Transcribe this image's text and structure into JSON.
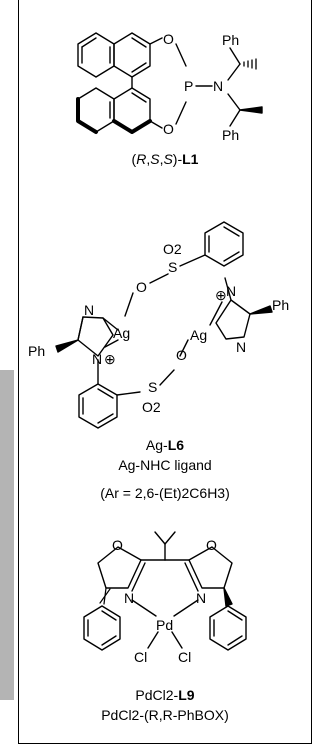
{
  "structures": {
    "l1": {
      "caption_parts": [
        "(",
        "R",
        ",",
        "S",
        ",",
        "S",
        ")-",
        "L1"
      ],
      "atoms": {
        "o1": "O",
        "o2": "O",
        "p": "P",
        "n": "N",
        "ph1": "Ph",
        "ph2": "Ph"
      }
    },
    "l6": {
      "caption_main": "Ag-",
      "caption_bold": "L6",
      "subtitle": "Ag-NHC ligand",
      "note": "(Ar = 2,6-(Et)2C6H3)",
      "atoms": {
        "n_left": "N",
        "n_plus_left": "N",
        "ag_left": "Ag",
        "ph_left": "Ph",
        "o_top": "O",
        "s_top": "S",
        "o2_top": "O2",
        "n_plus_right": "N",
        "n_right": "N",
        "ag_right": "Ag",
        "ph_right": "Ph",
        "o_bottom": "O",
        "s_bottom": "S",
        "o2_bottom": "O2",
        "plus": "⊕"
      }
    },
    "l9": {
      "caption_main": "PdCl2-",
      "caption_bold": "L9",
      "caption2": "PdCl2-(R,R-PhBOX)",
      "atoms": {
        "o_left": "O",
        "o_right": "O",
        "n_left": "N",
        "n_right": "N",
        "pd": "Pd",
        "cl_left": "Cl",
        "cl_right": "Cl"
      }
    }
  }
}
